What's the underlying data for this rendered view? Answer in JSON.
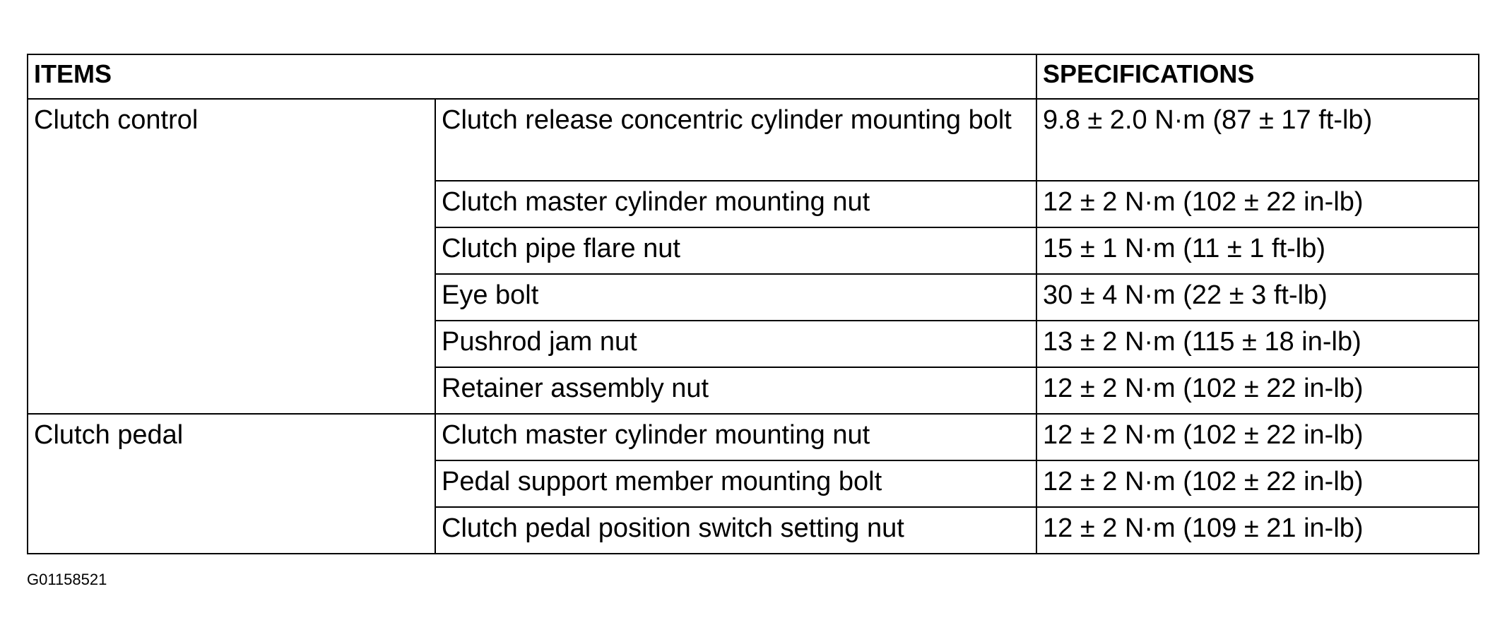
{
  "table": {
    "headers": {
      "items": "ITEMS",
      "specifications": "SPECIFICATIONS"
    },
    "groups": [
      {
        "name": "Clutch control",
        "rows": [
          {
            "item": "Clutch release concentric cylinder mounting bolt",
            "spec": "9.8 ± 2.0 N·m (87 ± 17 ft-lb)"
          },
          {
            "item": "Clutch master cylinder mounting nut",
            "spec": "12 ± 2 N·m (102 ± 22 in-lb)"
          },
          {
            "item": "Clutch pipe flare nut",
            "spec": "15 ± 1 N·m (11 ± 1 ft-lb)"
          },
          {
            "item": "Eye bolt",
            "spec": "30 ± 4 N·m (22 ± 3 ft-lb)"
          },
          {
            "item": "Pushrod jam nut",
            "spec": "13 ± 2 N·m (115 ± 18 in-lb)"
          },
          {
            "item": "Retainer assembly nut",
            "spec": "12 ± 2 N·m (102 ± 22 in-lb)"
          }
        ]
      },
      {
        "name": "Clutch pedal",
        "rows": [
          {
            "item": "Clutch master cylinder mounting nut",
            "spec": "12 ± 2 N·m (102 ± 22 in-lb)"
          },
          {
            "item": "Pedal support member mounting bolt",
            "spec": "12 ± 2 N·m (102 ± 22 in-lb)"
          },
          {
            "item": "Clutch pedal position switch setting nut",
            "spec": "12 ± 2 N·m (109 ± 21 in-lb)"
          }
        ]
      }
    ]
  },
  "figure_id": "G01158521"
}
